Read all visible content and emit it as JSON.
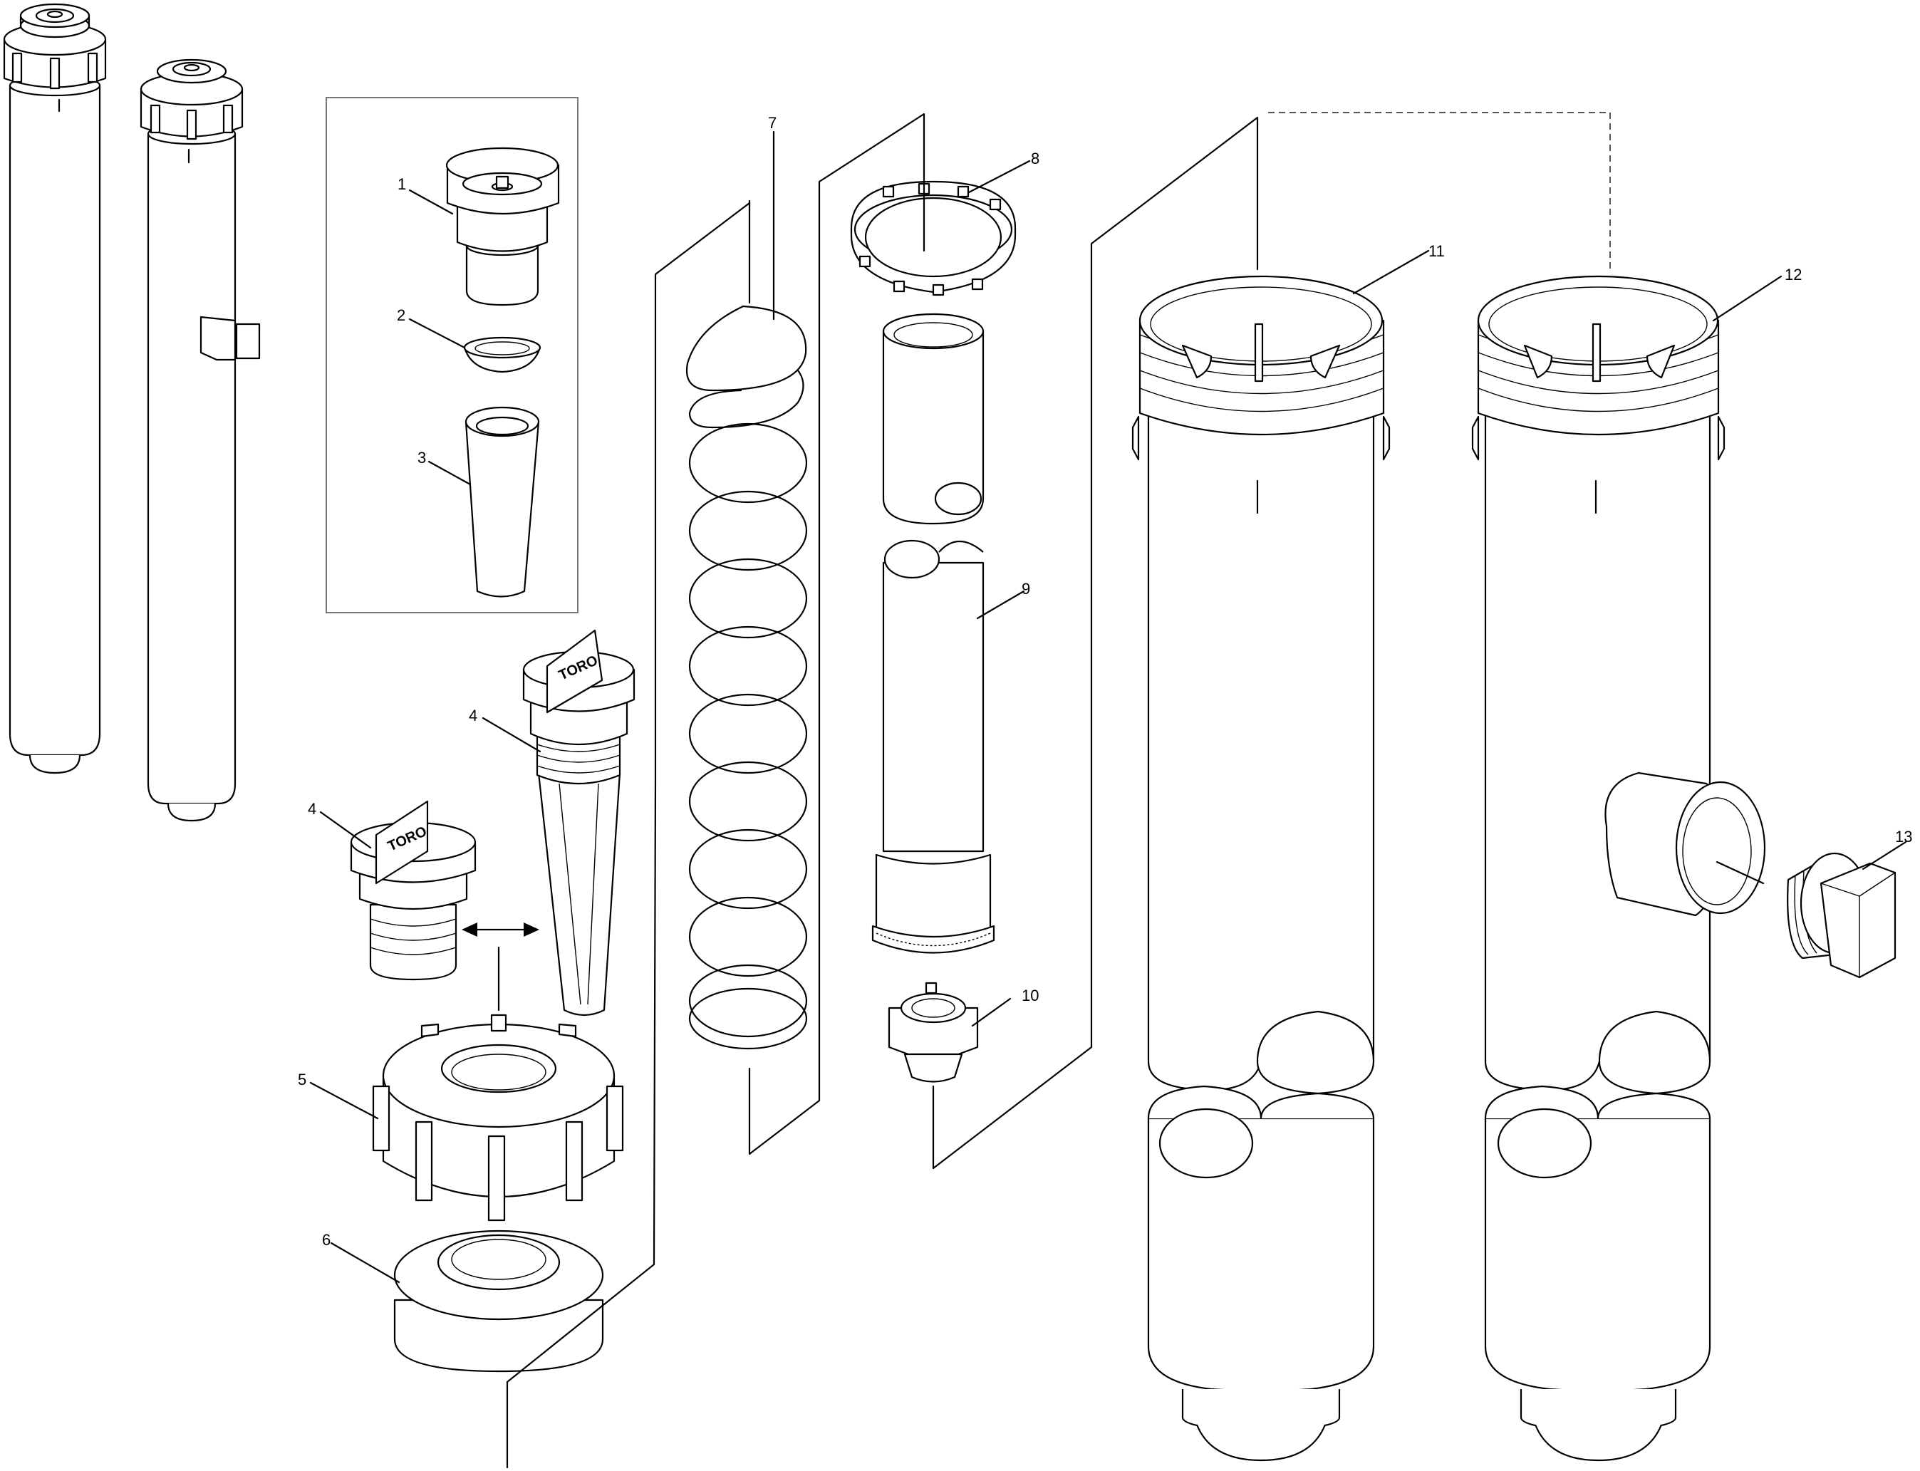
{
  "diagram": {
    "callouts": [
      {
        "id": "c1",
        "label": "1"
      },
      {
        "id": "c2",
        "label": "2"
      },
      {
        "id": "c3",
        "label": "3"
      },
      {
        "id": "c4a",
        "label": "4"
      },
      {
        "id": "c4b",
        "label": "4"
      },
      {
        "id": "c5",
        "label": "5"
      },
      {
        "id": "c6",
        "label": "6"
      },
      {
        "id": "c7",
        "label": "7"
      },
      {
        "id": "c8",
        "label": "8"
      },
      {
        "id": "c9",
        "label": "9"
      },
      {
        "id": "c10",
        "label": "10"
      },
      {
        "id": "c11",
        "label": "11"
      },
      {
        "id": "c12",
        "label": "12"
      },
      {
        "id": "c13",
        "label": "13"
      }
    ],
    "logo_text": "TORO"
  }
}
